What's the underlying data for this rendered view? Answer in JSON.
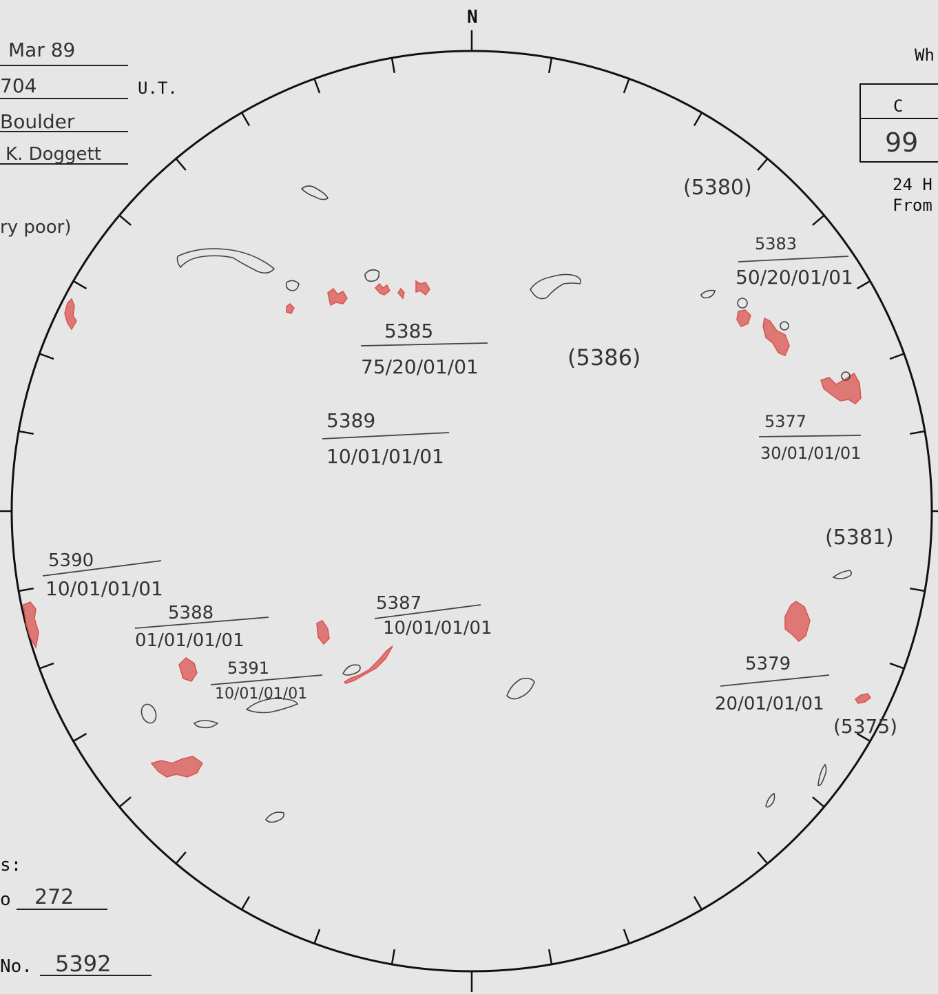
{
  "compass": {
    "north": "N"
  },
  "header": {
    "date_value": "Mar  89",
    "time_value": "704",
    "time_unit": "U.T.",
    "observer_value": "Boulder",
    "analyst_value": "K. Doggett",
    "quality_value": "ry poor)"
  },
  "right_panel": {
    "heading_fragment": "Wh",
    "table_header": "C",
    "table_value": "99",
    "note_line1": "24 H",
    "note_line2": "From"
  },
  "footer": {
    "label_fragment": "s:",
    "field_prefix": "o",
    "field_value": "272",
    "number_label": "No.",
    "number_value": "5392"
  },
  "regions": [
    {
      "number": "5385",
      "code": "75/20/01/01"
    },
    {
      "number": "5389",
      "code": "10/01/01/01"
    },
    {
      "number": "5383",
      "code": "50/20/01/01"
    },
    {
      "number": "5377",
      "code": "30/01/01/01"
    },
    {
      "number": "5390",
      "code": "10/01/01/01"
    },
    {
      "number": "5388",
      "code": "01/01/01/01"
    },
    {
      "number": "5387",
      "code": "10/01/01/01"
    },
    {
      "number": "5391",
      "code": "10/01/01/01"
    },
    {
      "number": "5379",
      "code": "20/01/01/01"
    }
  ],
  "plage_labels": [
    "(5380)",
    "(5386)",
    "(5381)",
    "(5375)"
  ],
  "colors": {
    "disk": "#111111",
    "pencil": "#444444",
    "red_pencil": "#d9534f"
  }
}
